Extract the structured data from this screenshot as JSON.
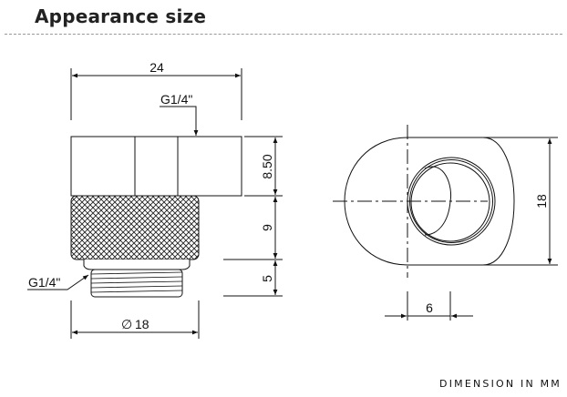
{
  "header": {
    "title": "Appearance size"
  },
  "drawing": {
    "side_view": {
      "overall_width": "24",
      "top_thread": "G1/4\"",
      "bottom_thread": "G1/4\"",
      "diameter_symbol": "∅",
      "diameter": "18",
      "height_top": "8.50",
      "height_knurl": "9",
      "height_thread": "5"
    },
    "top_view": {
      "height": "18",
      "offset": "6"
    }
  },
  "footer": {
    "units_note": "DIMENSION IN MM"
  }
}
